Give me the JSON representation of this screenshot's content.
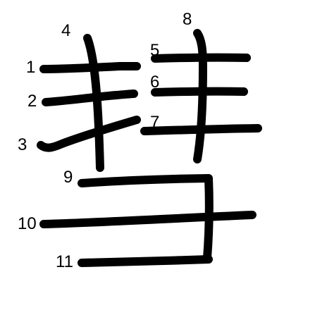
{
  "diagram": {
    "character": "彗",
    "stroke_color": "#000000",
    "background_color": "#ffffff",
    "stroke_numbers": [
      "1",
      "2",
      "3",
      "4",
      "5",
      "6",
      "7",
      "8",
      "9",
      "10",
      "11"
    ]
  }
}
